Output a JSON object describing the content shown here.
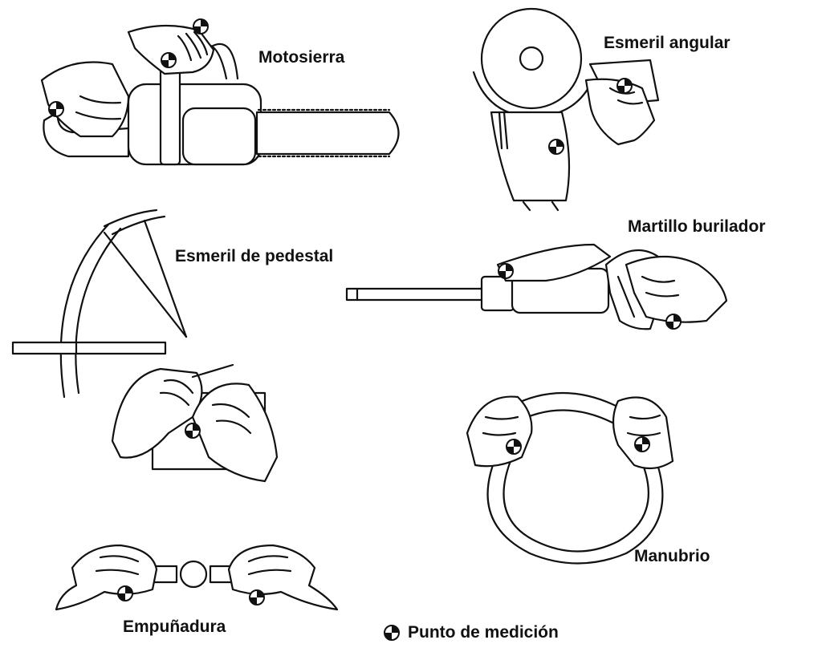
{
  "labels": {
    "motosierra": "Motosierra",
    "esmeril_angular": "Esmeril angular",
    "martillo_burilador": "Martillo burilador",
    "esmeril_pedestal": "Esmeril de pedestal",
    "manubrio": "Manubrio",
    "empunadura": "Empuñadura"
  },
  "legend": {
    "icon": "measurement-point-icon",
    "text": "Punto de medición"
  },
  "colors": {
    "ink": "#111111",
    "background": "#ffffff"
  }
}
